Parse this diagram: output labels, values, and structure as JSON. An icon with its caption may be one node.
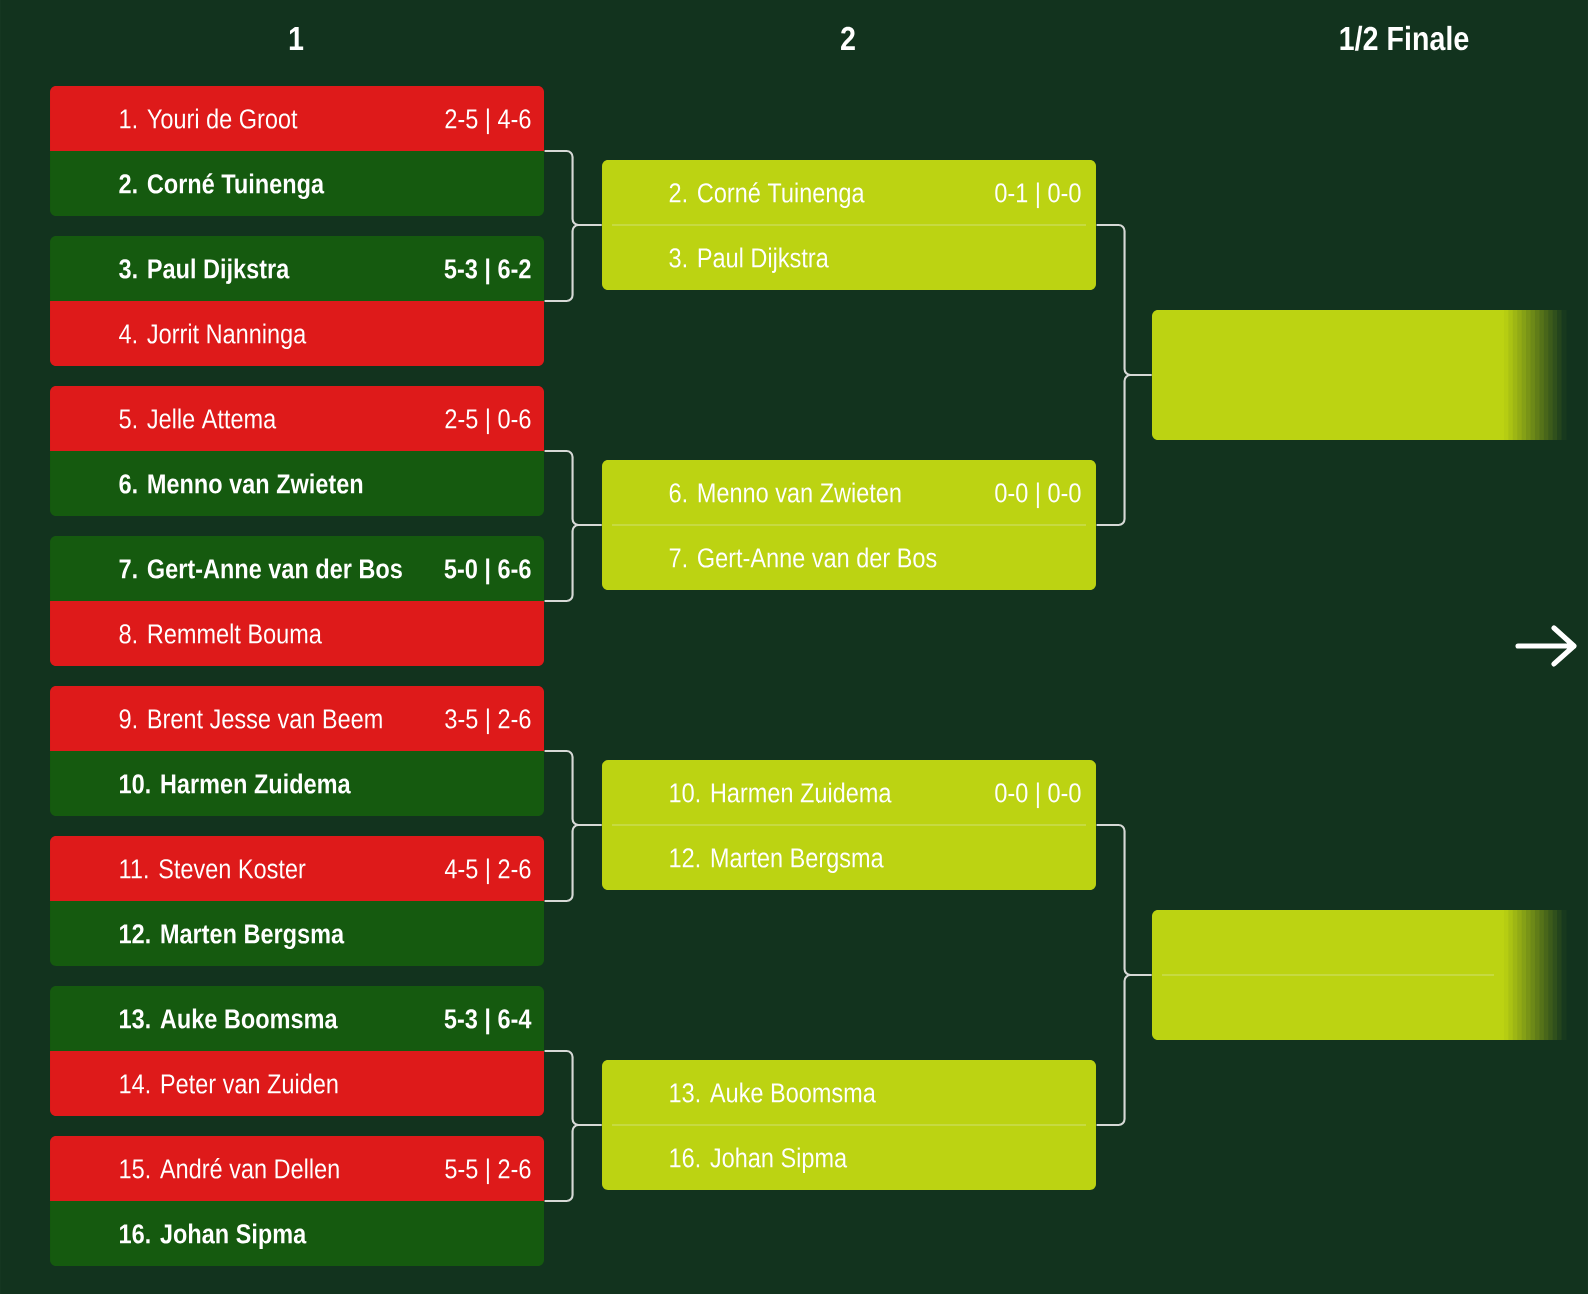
{
  "diagram": {
    "nodes": [
      {
        "text": [],
        "shape": "box"
      },
      {
        "text": [
          "1. Youri de Groot",
          "2-5 | 4-6"
        ],
        "in": 0
      },
      {
        "text": [
          "2. Corné Tuinenga"
        ],
        "in": 0
      },
      {
        "text": [],
        "shape": "box"
      },
      {
        "text": [
          "3. Paul Dijkstra",
          "5-3 | 6-2"
        ],
        "in": 3
      },
      {
        "text": [
          "4. Jorrit Nanninga"
        ],
        "in": 3
      },
      {
        "text": [],
        "shape": "box"
      },
      {
        "text": [
          "5. Jelle Attema",
          "2-5 | 0-6"
        ],
        "in": 6
      },
      {
        "text": [
          "6. Menno van Zwieten"
        ],
        "in": 6
      },
      {
        "text": [],
        "shape": "box"
      },
      {
        "text": [
          "7. Gert-Anne van der Bos",
          "5-0 | 6-6"
        ],
        "in": 9
      },
      {
        "text": [
          "8. Remmelt Bouma"
        ],
        "in": 9
      },
      {
        "text": [],
        "shape": "box"
      },
      {
        "text": [
          "9. Brent Jesse van Beem",
          "3-5 | 2-6"
        ],
        "in": 12
      },
      {
        "text": [
          "10. Harmen Zuidema"
        ],
        "in": 12
      },
      {
        "text": [],
        "shape": "box"
      },
      {
        "text": [
          "11. Steven Koster",
          "4-5 | 2-6"
        ],
        "in": 15
      },
      {
        "text": [
          "12. Marten Bergsma"
        ],
        "in": 15
      },
      {
        "text": [],
        "shape": "box"
      },
      {
        "text": [
          "13. Auke Boomsma",
          "5-3 | 6-4"
        ],
        "in": 18
      },
      {
        "text": [
          "14. Peter van Zuiden"
        ],
        "in": 18
      },
      {
        "text": [],
        "shape": "box"
      },
      {
        "text": [
          "15. André van Dellen",
          "5-5 | 2-6"
        ],
        "in": 21
      },
      {
        "text": [
          "16. Johan Sipma"
        ],
        "in": 21
      },
      {
        "text": [],
        "shape": "box"
      },
      {
        "text": [
          "2. Corné Tuinenga",
          "0-1 | 0-0"
        ],
        "in": 24
      },
      {
        "text": [
          "3. Paul Dijkstra"
        ],
        "in": 24
      },
      {
        "text": [],
        "shape": "box"
      },
      {
        "text": [
          "6. Menno van Zwieten",
          "0-0 | 0-0"
        ],
        "in": 27
      },
      {
        "text": [
          "7. Gert-Anne van der Bos"
        ],
        "in": 27
      },
      {
        "text": [],
        "shape": "box"
      },
      {
        "text": [
          "10. Harmen Zuidema",
          "0-0 | 0-0"
        ],
        "in": 30
      },
      {
        "text": [
          "12. Marten Bergsma"
        ],
        "in": 30
      },
      {
        "text": [],
        "shape": "box"
      },
      {
        "text": [
          "13. Auke Boomsma"
        ],
        "in": 33
      },
      {
        "text": [
          "16. Johan Sipma"
        ],
        "in": 33
      },
      {
        "text": [],
        "shape": "box"
      },
      {
        "text": [],
        "shape": "box"
      }
    ],
    "edges": [
      {
        "from": 0,
        "to": 24,
        "arrow": "none"
      },
      {
        "from": 3,
        "to": 24,
        "arrow": "none"
      },
      {
        "from": 6,
        "to": 27,
        "arrow": "none"
      },
      {
        "from": 9,
        "to": 27,
        "arrow": "none"
      },
      {
        "from": 12,
        "to": 30,
        "arrow": "none"
      },
      {
        "from": 15,
        "to": 30,
        "arrow": "none"
      },
      {
        "from": 18,
        "to": 33,
        "arrow": "none"
      },
      {
        "from": 21,
        "to": 33,
        "arrow": "none"
      },
      {
        "from": 24,
        "to": 36,
        "arrow": "none"
      },
      {
        "from": 27,
        "to": 36,
        "arrow": "none"
      },
      {
        "from": 30,
        "to": 37,
        "arrow": "none"
      },
      {
        "from": 33,
        "to": 37,
        "arrow": "none"
      }
    ],
    "labels": [
      "1",
      "2",
      "1/2 Finale"
    ]
  }
}
